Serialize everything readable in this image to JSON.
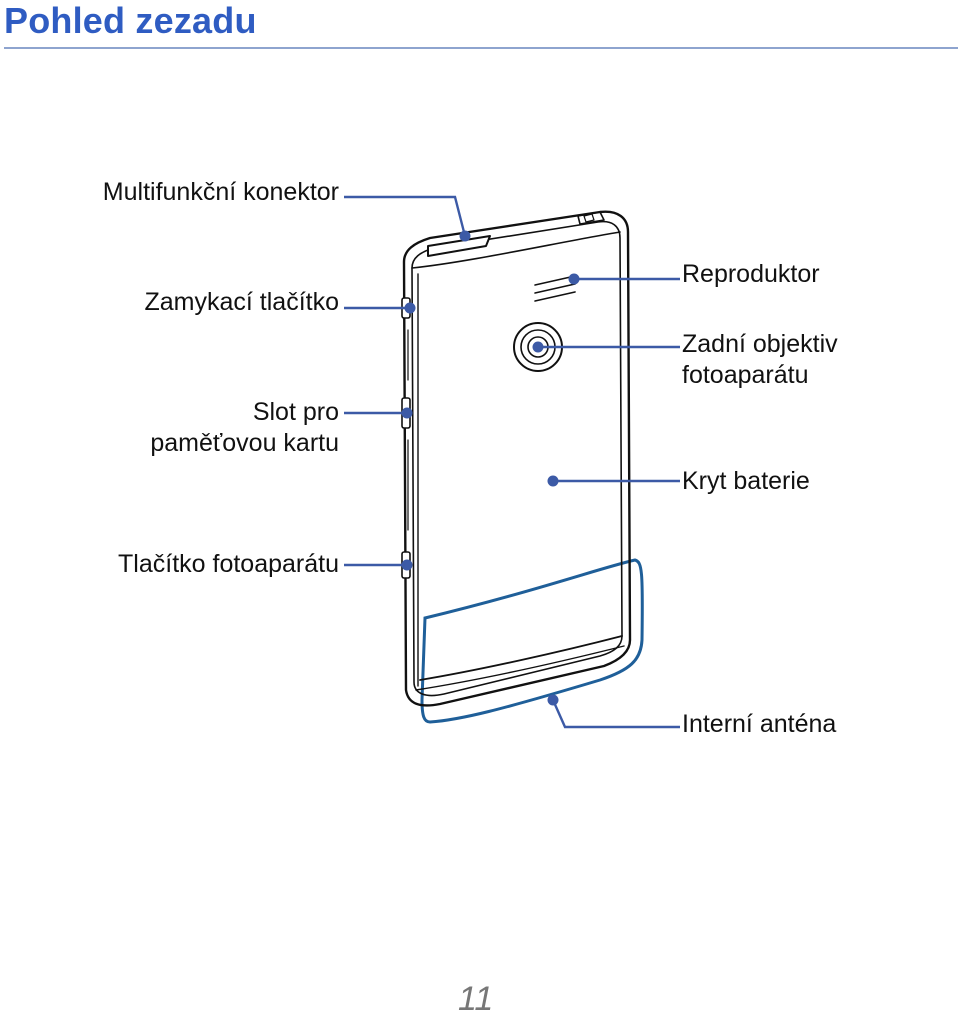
{
  "page": {
    "title": "Pohled zezadu",
    "page_number": "11"
  },
  "labels": {
    "multifunction_connector": "Multifunkční konektor",
    "lock_button": "Zamykací tlačítko",
    "memory_slot_line1": "Slot pro",
    "memory_slot_line2": "paměťovou kartu",
    "camera_button": "Tlačítko fotoaparátu",
    "speaker": "Reproduktor",
    "rear_lens_line1": "Zadní objektiv",
    "rear_lens_line2": "fotoaparátu",
    "battery_cover": "Kryt baterie",
    "internal_antenna": "Interní anténa"
  },
  "colors": {
    "title": "#2f5cc2",
    "callout": "#3c5aa6",
    "antenna_outline": "#1f5f99",
    "phone_outline": "#111111"
  }
}
